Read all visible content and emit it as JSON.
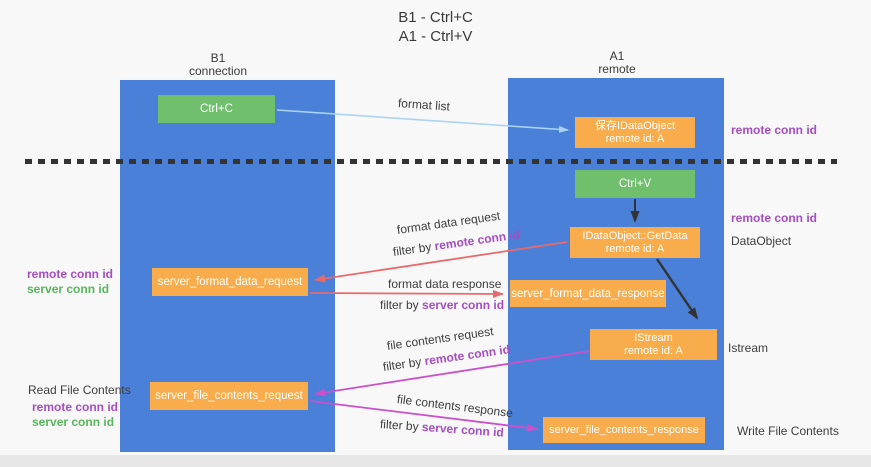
{
  "title": {
    "line1": "B1 - Ctrl+C",
    "line2": "A1 - Ctrl+V"
  },
  "lanes": [
    {
      "name": "B1",
      "subtitle": "connection"
    },
    {
      "name": "A1",
      "subtitle": "remote"
    }
  ],
  "nodes": {
    "ctrl_c": "Ctrl+C",
    "ctrl_v": "Ctrl+V",
    "save_idataobject": {
      "line1": "保存IDataObject",
      "line2": "remote id: A"
    },
    "getdata": {
      "line1": "IDataObject::GetData",
      "line2": "remote id: A"
    },
    "istream": {
      "line1": "IStream",
      "line2": "remote id: A"
    },
    "server_format_data_request": "server_format_data_request",
    "server_format_data_response": "server_format_data_response",
    "server_file_contents_request": "server_file_contents_request",
    "server_file_contents_response": "server_file_contents_response"
  },
  "edge_labels": {
    "format_list": "format list",
    "format_data_request": "format data request",
    "format_data_request_filter_prefix": "filter by ",
    "format_data_request_filter_id": "remote conn id",
    "format_data_response": "format data response",
    "format_data_response_filter_prefix": "filter by ",
    "format_data_response_filter_id": "server conn id",
    "file_contents_request": "file contents request",
    "file_contents_request_filter_prefix": "filter by ",
    "file_contents_request_filter_id": "remote conn id",
    "file_contents_response": "file contents response",
    "file_contents_response_filter_prefix": "filter by ",
    "file_contents_response_filter_id": "server conn id"
  },
  "side_labels": {
    "right_top_remote_conn_id": "remote conn id",
    "right_mid_remote_conn_id": "remote conn id",
    "dataobject": "DataObject",
    "istream": "Istream",
    "write_file_contents": "Write File Contents",
    "left_remote_conn_id": "remote conn id",
    "left_server_conn_id": "server conn id",
    "read_file_contents": "Read File Contents",
    "left2_remote_conn_id": "remote conn id",
    "left2_server_conn_id": "server conn id"
  },
  "colors": {
    "lane_blue": "#4a80d8",
    "node_green": "#6fbf6d",
    "node_orange": "#f8ac4b",
    "arrow_light_blue": "#aad4f5",
    "arrow_red": "#e96a6c",
    "arrow_magenta": "#cb50cb",
    "arrow_black": "#333333",
    "label_purple": "#a64dc6",
    "label_green": "#58b65c",
    "background": "#f8f8f8"
  }
}
